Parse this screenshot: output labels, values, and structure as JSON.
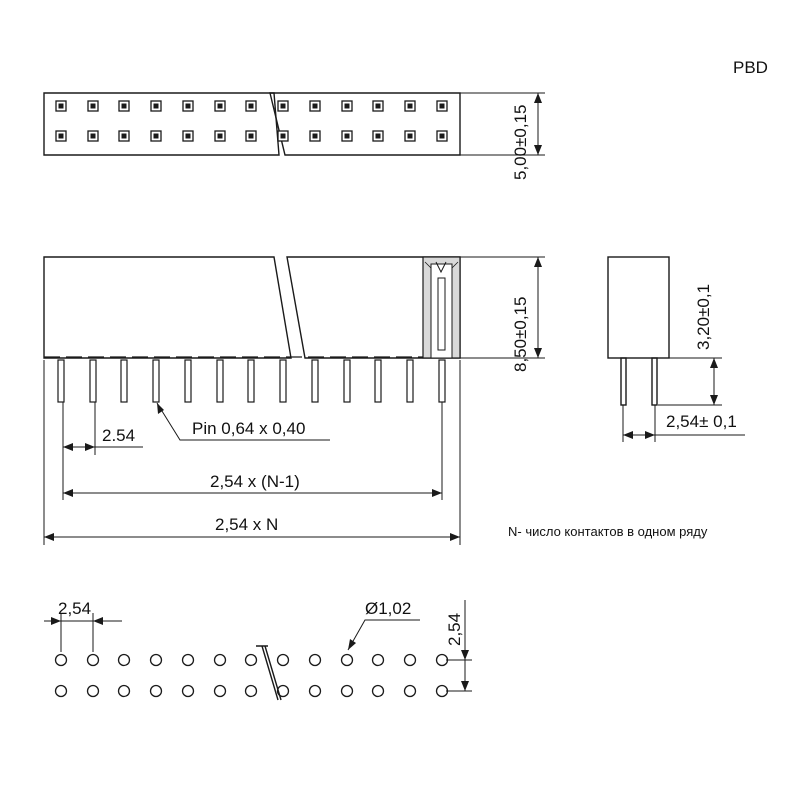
{
  "drawing": {
    "code": "PBD",
    "dim_width": "5,00±0,15",
    "dim_height": "8,50±0,15",
    "dim_side_height": "3,20±0,1",
    "dim_side_row": "2,54± 0,1",
    "dim_pitch": "2.54",
    "pin_note": "Pin 0,64 x 0,40",
    "dim_span": "2,54 x (N-1)",
    "dim_total": "2,54 x N",
    "legend_note": "N- число контактов в одном ряду",
    "fp_pitch_x": "2,54",
    "fp_hole_diameter": "Ø1,02",
    "fp_pitch_y": "2,54"
  }
}
